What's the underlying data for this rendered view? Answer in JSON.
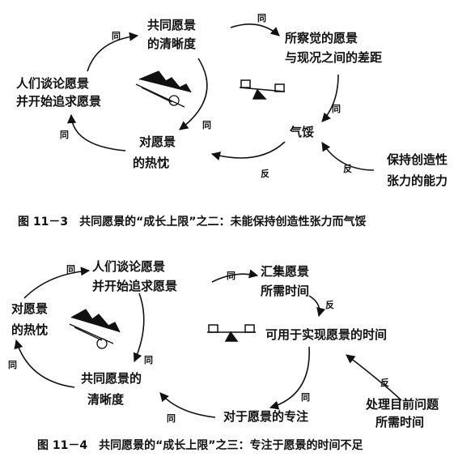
{
  "fig1": {
    "node_clarity": [
      "共同愿景",
      "的清晰度"
    ],
    "node_gap": [
      "所察觉的愿景",
      "与现况之间的差距"
    ],
    "node_discourage": "气馁",
    "node_ability": [
      "保持创造性",
      "张力的能力"
    ],
    "node_passion": [
      "对愿景",
      "的热忱"
    ],
    "node_people": [
      "人们谈论愿景",
      "并开始追求愿景"
    ],
    "label_same": "同",
    "label_opposite": "反",
    "caption": "图 11－3　共同愿景的“成长上限”之二：未能保持创造性张力而气馁"
  },
  "fig2": {
    "node_people": [
      "人们谈论愿景",
      "并开始追求愿景"
    ],
    "node_gather": [
      "汇集愿景",
      "所需时间"
    ],
    "node_time": "可用于实现愿景的时间",
    "node_current": [
      "处理目前问题",
      "所需时间"
    ],
    "node_focus": "对于愿景的专注",
    "node_clarity": [
      "共同愿景的",
      "清晰度"
    ],
    "node_passion": [
      "对愿景",
      "的热忱"
    ],
    "label_same": "同",
    "label_opposite": "反",
    "caption": "图 11－4　共同愿景的“成长上限”之三：专注于愿景的时间不足"
  }
}
